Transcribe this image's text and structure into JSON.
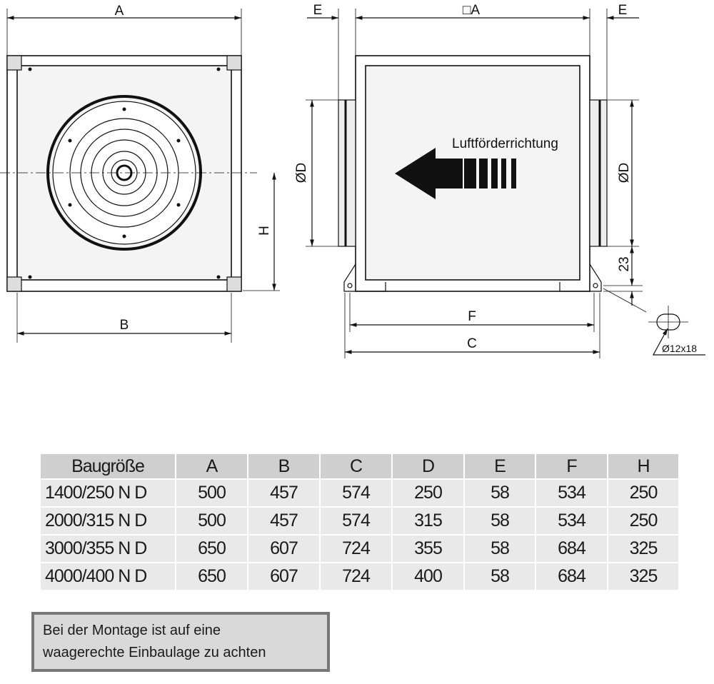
{
  "drawing": {
    "front_view": {
      "dim_top": "A",
      "dim_bottom": "B",
      "dim_height": "H"
    },
    "side_view": {
      "dim_e_left": "E",
      "dim_square_a": "□A",
      "dim_e_right": "E",
      "dim_diameter_left": "ØD",
      "dim_diameter_right": "ØD",
      "dim_23": "23",
      "dim_f": "F",
      "dim_c": "C",
      "airflow_label": "Luftförderrichtung",
      "slot_label": "Ø12x18"
    }
  },
  "table": {
    "headers": [
      "Baugröße",
      "A",
      "B",
      "C",
      "D",
      "E",
      "F",
      "H"
    ],
    "rows": [
      [
        "1400/250 N D",
        "500",
        "457",
        "574",
        "250",
        "58",
        "534",
        "250"
      ],
      [
        "2000/315 N D",
        "500",
        "457",
        "574",
        "315",
        "58",
        "534",
        "250"
      ],
      [
        "3000/355 N D",
        "650",
        "607",
        "724",
        "355",
        "58",
        "684",
        "325"
      ],
      [
        "4000/400 N D",
        "650",
        "607",
        "724",
        "400",
        "58",
        "684",
        "325"
      ]
    ]
  },
  "note": {
    "line1": "Bei der Montage ist auf eine",
    "line2": "waagerechte Einbaulage zu achten"
  }
}
